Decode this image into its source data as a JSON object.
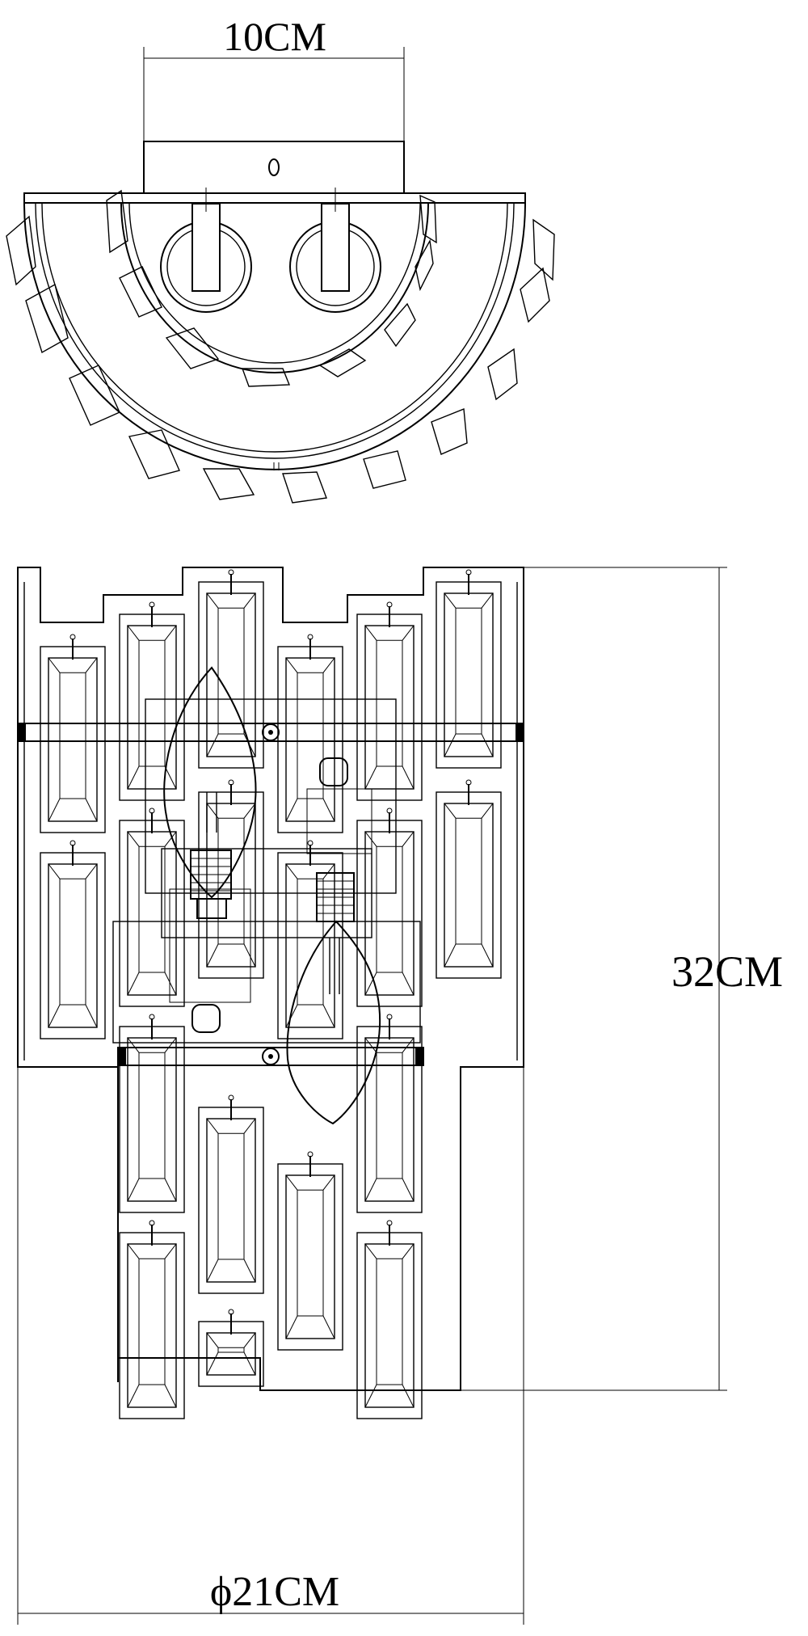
{
  "dimensions": {
    "top_width_label": "10CM",
    "height_label": "32CM",
    "diameter_label": "ϕ21CM"
  }
}
